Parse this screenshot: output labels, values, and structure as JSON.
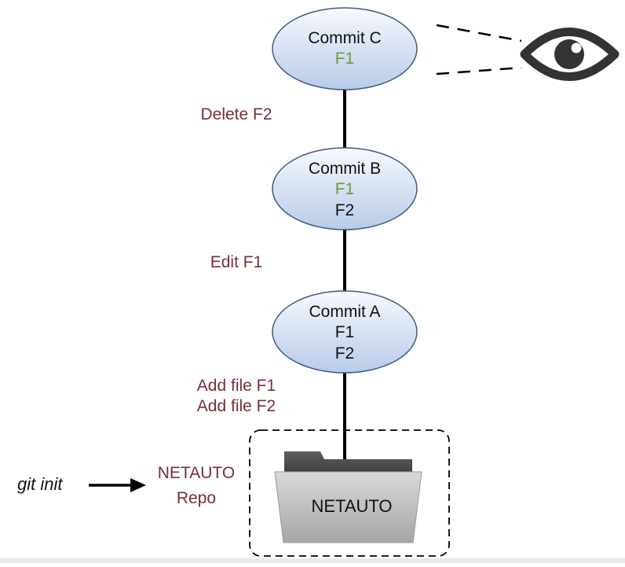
{
  "commits": [
    {
      "name": "Commit C",
      "files": [
        {
          "text": "F1",
          "status": "changed"
        }
      ]
    },
    {
      "name": "Commit B",
      "files": [
        {
          "text": "F1",
          "status": "changed"
        },
        {
          "text": "F2",
          "status": "unchanged"
        }
      ]
    },
    {
      "name": "Commit A",
      "files": [
        {
          "text": "F1",
          "status": "unchanged"
        },
        {
          "text": "F2",
          "status": "unchanged"
        }
      ]
    }
  ],
  "actions": {
    "delete": "Delete F2",
    "edit": "Edit F1",
    "add_1": "Add file F1",
    "add_2": "Add file F2"
  },
  "repo": {
    "line1": "NETAUTO",
    "line2": "Repo",
    "folder_label": "NETAUTO"
  },
  "init": {
    "command": "git init"
  },
  "colors": {
    "action_text": "#7a2e34",
    "changed_file": "#6e9a3a",
    "unchanged_file": "#111111",
    "ellipse_fill_top": "#f7f9fd",
    "ellipse_fill_bottom": "#b8cbe8",
    "ellipse_stroke": "#3f5c86",
    "eye": "#333333"
  },
  "icons": {
    "viewer": "eye-icon",
    "repository": "folder-icon",
    "arrow": "right-arrow-icon"
  }
}
